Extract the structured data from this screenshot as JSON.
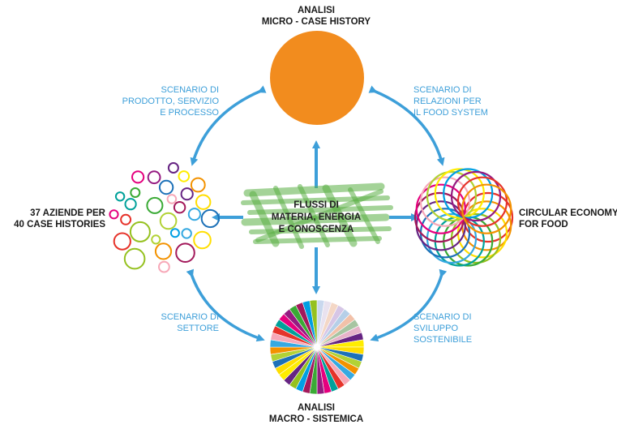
{
  "nodes": {
    "top": {
      "title": "ANALISI",
      "subtitle": "MICRO - CASE HISTORY",
      "color": "#f28c1e"
    },
    "left": {
      "line1": "37 AZIENDE PER",
      "line2": "40 CASE HISTORIES"
    },
    "right": {
      "line1": "CIRCULAR ECONOMY",
      "line2": "FOR FOOD"
    },
    "bottom": {
      "title": "ANALISI",
      "subtitle": "MACRO - SISTEMICA"
    },
    "center": {
      "line1": "FLUSSI DI",
      "line2": "MATERIA, ENERGIA",
      "line3": "E CONOSCENZA",
      "color": "#5aae44"
    }
  },
  "scenarios": {
    "top_left": {
      "line1": "SCENARIO DI",
      "line2": "PRODOTTO, SERVIZIO",
      "line3": "E PROCESSO"
    },
    "top_right": {
      "line1": "SCENARIO DI",
      "line2": "RELAZIONI PER",
      "line3": "IL FOOD SYSTEM"
    },
    "bottom_left": {
      "line1": "SCENARIO DI",
      "line2": "SETTORE"
    },
    "bottom_right": {
      "line1": "SCENARIO DI",
      "line2": "SVILUPPO",
      "line3": "SOSTENIBILE"
    }
  },
  "colors": {
    "arrow": "#3d9fd9",
    "palette": [
      "#e6332a",
      "#f39200",
      "#ffde00",
      "#95c11f",
      "#3aaa35",
      "#00a19a",
      "#36a9e1",
      "#1d71b8",
      "#662483",
      "#a3195b",
      "#e5007e",
      "#f7a8b8",
      "#b2d235",
      "#ffed00",
      "#009fe3",
      "#951b81"
    ]
  }
}
